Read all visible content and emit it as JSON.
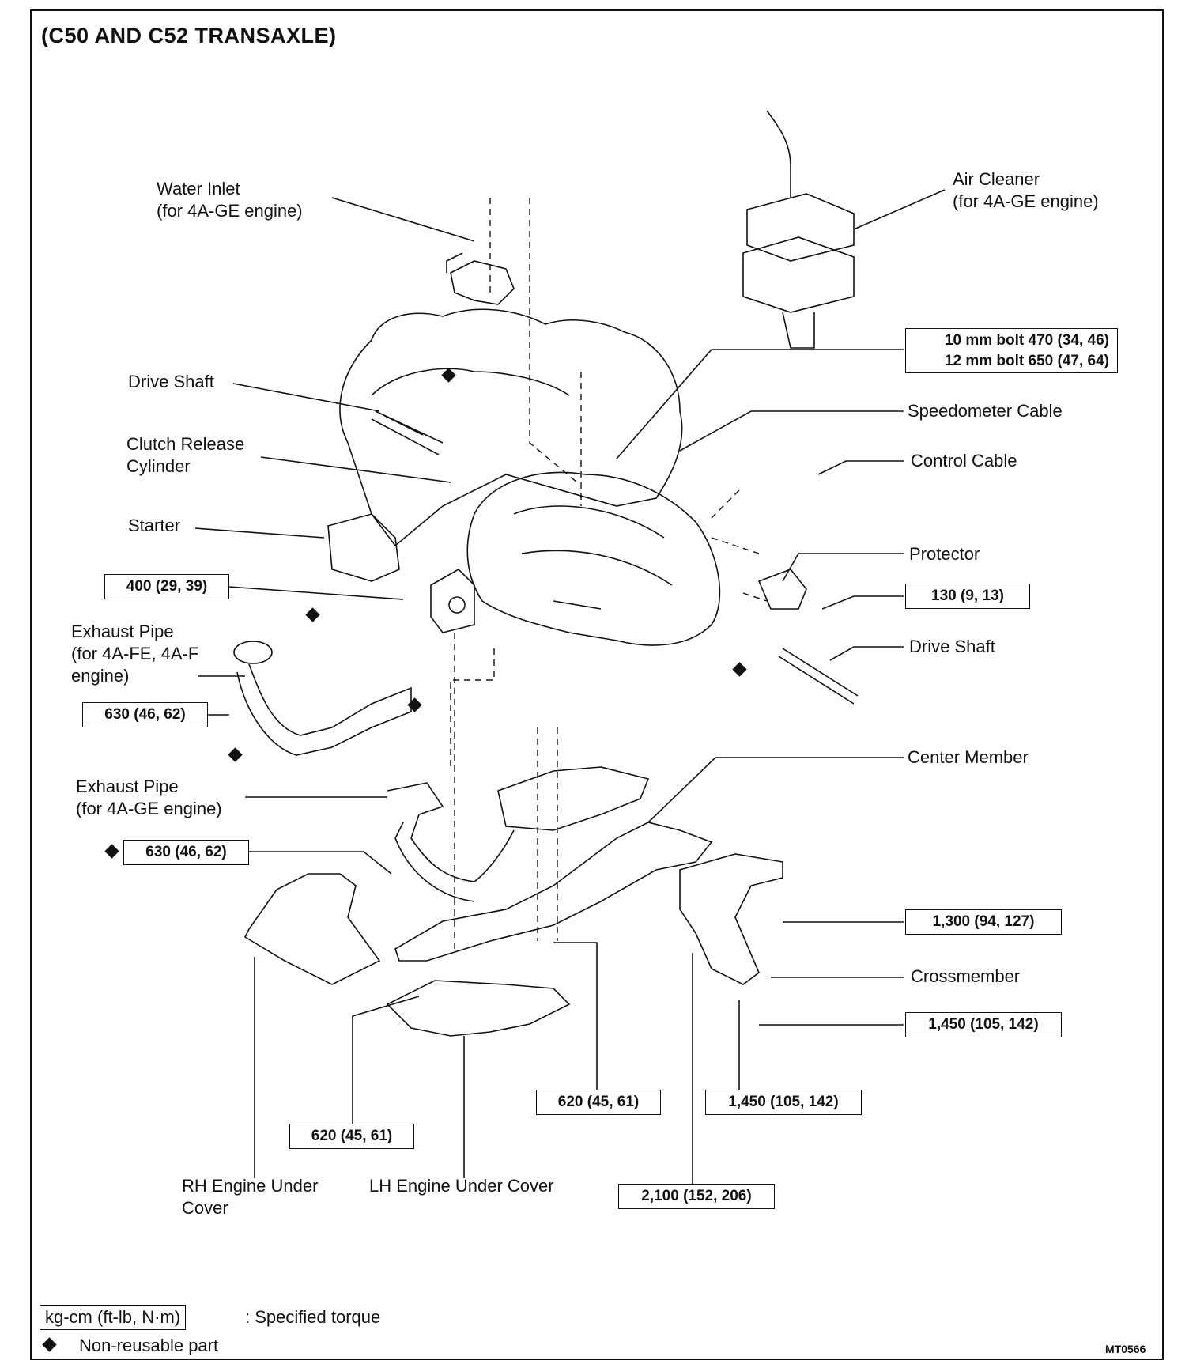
{
  "title": "(C50 AND C52 TRANSAXLE)",
  "labels": {
    "water_inlet": [
      "Water Inlet",
      "(for 4A-GE engine)"
    ],
    "air_cleaner": [
      "Air Cleaner",
      "(for 4A-GE engine)"
    ],
    "drive_shaft_left": "Drive Shaft",
    "clutch_release": [
      "Clutch Release",
      "Cylinder"
    ],
    "starter": "Starter",
    "speedometer_cable": "Speedometer Cable",
    "control_cable": "Control Cable",
    "protector": "Protector",
    "drive_shaft_right": "Drive Shaft",
    "exhaust_pipe_fe": [
      "Exhaust Pipe",
      "(for 4A-FE, 4A-F",
      "engine)"
    ],
    "exhaust_pipe_ge": [
      "Exhaust Pipe",
      "(for 4A-GE engine)"
    ],
    "center_member": "Center Member",
    "crossmember": "Crossmember",
    "rh_cover": [
      "RH Engine Under",
      "Cover"
    ],
    "lh_cover": "LH Engine Under Cover"
  },
  "torques": {
    "bolt_10mm": "10 mm bolt  470 (34, 46)",
    "bolt_12mm": "12 mm bolt  650 (47, 64)",
    "starter_bolt": "400 (29, 39)",
    "protector_bolt": "130 (9, 13)",
    "exhaust_fe": "630 (46, 62)",
    "exhaust_ge": "630 (46, 62)",
    "center_member_bolt": "1,300 (94, 127)",
    "crossmember_bolt": "1,450 (105, 142)",
    "cover_bolt_mid": "620 (45, 61)",
    "crossmember_bolt_2": "1,450 (105, 142)",
    "cover_bolt_left": "620 (45, 61)",
    "crossmember_bolt_3": "2,100 (152, 206)"
  },
  "legend": {
    "unit_box": "kg-cm (ft-lb, N·m)",
    "unit_text": ":  Specified torque",
    "nonreusable_text": "Non-reusable part"
  },
  "figure_code": "MT0566"
}
